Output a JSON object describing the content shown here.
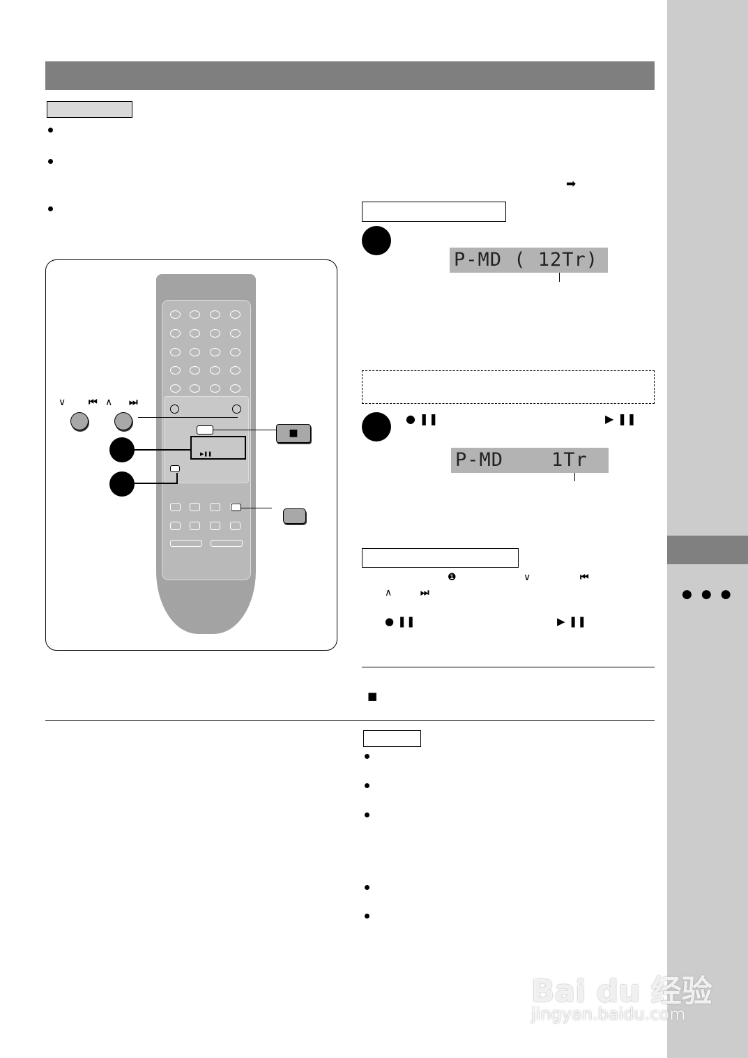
{
  "header": {
    "bar_color": "#7f7f7f"
  },
  "lcd": {
    "display1": "P-MD ( 12Tr)",
    "display2": "P-MD    1Tr"
  },
  "symbols": {
    "arrow_right": "➡",
    "rec_pause": "● ❚❚",
    "play_pause": "▶ ❚❚",
    "prev": "⏮",
    "next": "⏭",
    "down": "∨",
    "up": "∧",
    "stop": "■",
    "circled_one": "❶"
  },
  "remote": {
    "play_pause_label": "▶❚❚",
    "body_color": "#a3a3a3",
    "panel_color": "#c8c8c8"
  },
  "sidebar": {
    "color": "#cccccc",
    "tab_color": "#808080",
    "dots": [
      "●",
      "●",
      "●"
    ]
  },
  "watermark": {
    "logo": "Bai du 经验",
    "url": "jingyan.baidu.com"
  }
}
